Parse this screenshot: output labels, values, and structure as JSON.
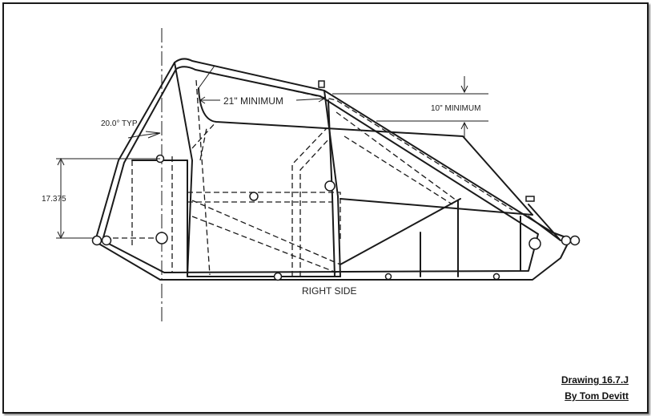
{
  "drawing": {
    "view_label": "RIGHT SIDE",
    "dim_21": "21\" MINIMUM",
    "dim_10": "10\" MINIMUM",
    "dim_angle": "20.0° TYP",
    "dim_height": "17.375",
    "title": "Drawing 16.7.J",
    "author": "By Tom Devitt"
  },
  "colors": {
    "line": "#1a1a1a",
    "frame": "#1a1a1a"
  }
}
